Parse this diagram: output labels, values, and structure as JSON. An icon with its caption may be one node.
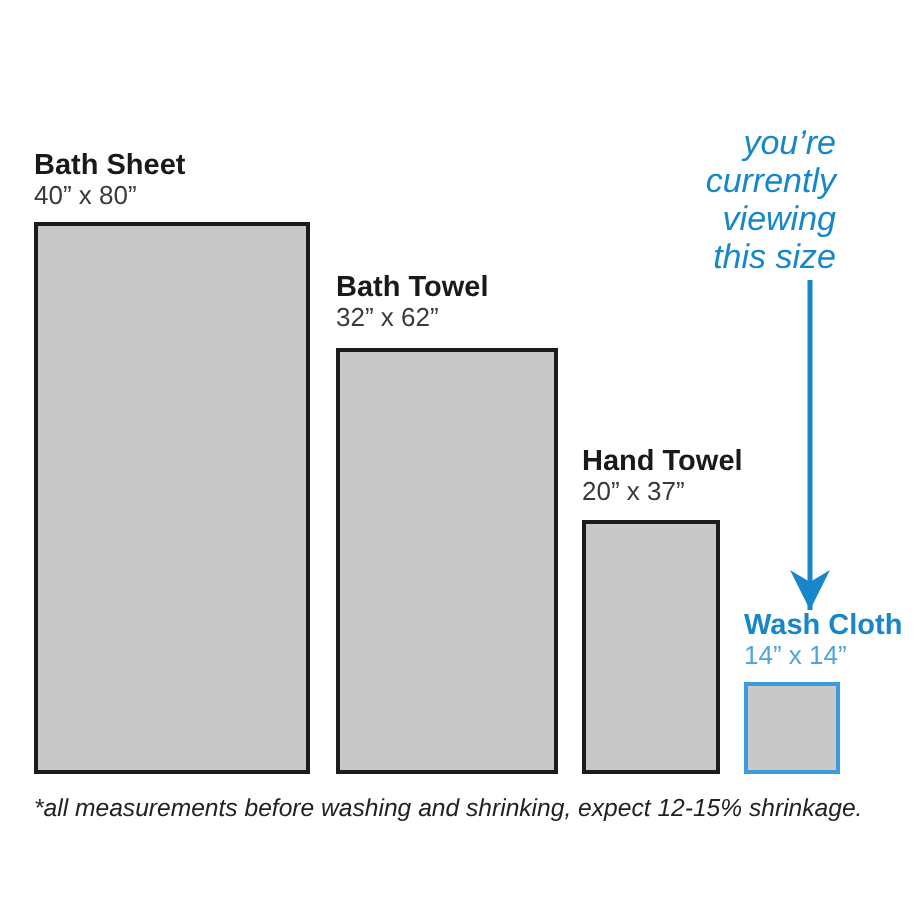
{
  "diagram": {
    "caption": "*all measurements before washing and shrinking, expect 12-15% shrinkage.",
    "nodes": [
      {
        "text": [
          "Bath Sheet",
          "40” x 80”"
        ]
      },
      {
        "text": [
          "Bath Towel",
          "32” x 62”"
        ]
      },
      {
        "text": [
          "Hand Towel",
          "20” x 37”"
        ]
      },
      {
        "text": [
          "you’re currently viewing this size"
        ]
      },
      {
        "text": [
          "Wash Cloth",
          "14” x 14”"
        ]
      }
    ],
    "edges": [
      {
        "from": 3,
        "to": 4,
        "arrow": "to"
      }
    ]
  }
}
